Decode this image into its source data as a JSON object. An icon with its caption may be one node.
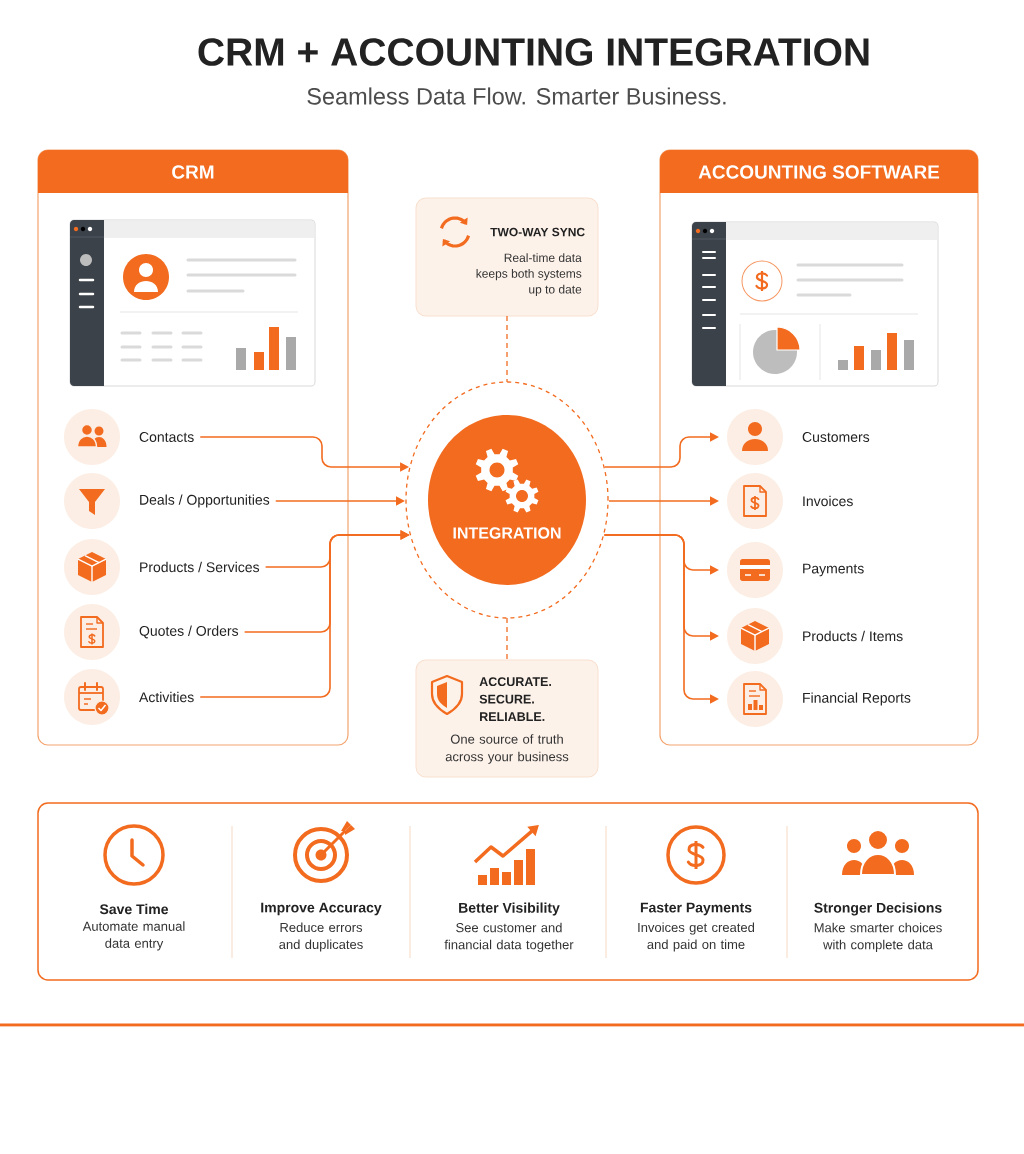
{
  "diagram": {
    "title": "CRM + ACCOUNTING INTEGRATION",
    "nodes": [
      {
        "text": [
          "CRM"
        ]
      },
      {
        "text": [
          "Contacts"
        ],
        "in": 0
      },
      {
        "text": [
          "Deals / Opportunities"
        ],
        "in": 0
      },
      {
        "text": [
          "Products / Services"
        ],
        "in": 0
      },
      {
        "text": [
          "Quotes / Orders"
        ],
        "in": 0
      },
      {
        "text": [
          "Activities"
        ],
        "in": 0
      },
      {
        "text": [
          "TWO-WAY SYNC",
          "Real-time data keeps both systems up to date"
        ]
      },
      {
        "text": [
          "INTEGRATION"
        ]
      },
      {
        "text": [
          "ACCURATE. SECURE. RELIABLE.",
          "One source of truth across your business"
        ]
      },
      {
        "text": [
          "ACCOUNTING SOFTWARE"
        ]
      },
      {
        "text": [
          "Customers"
        ],
        "in": 9
      },
      {
        "text": [
          "Invoices"
        ],
        "in": 9
      },
      {
        "text": [
          "Payments"
        ],
        "in": 9
      },
      {
        "text": [
          "Products / Items"
        ],
        "in": 9
      },
      {
        "text": [
          "Financial Reports"
        ],
        "in": 9
      },
      {
        "text": [],
        "shape": "box"
      },
      {
        "text": [
          "Save Time",
          "Automate manual data entry"
        ],
        "in": 15
      },
      {
        "text": [
          "Improve Accuracy",
          "Reduce errors and duplicates"
        ],
        "in": 15
      },
      {
        "text": [
          "Better Visibility",
          "See customer and financial data together"
        ],
        "in": 15
      },
      {
        "text": [
          "Faster Payments",
          "Invoices get created and paid on time"
        ],
        "in": 15
      },
      {
        "text": [
          "Stronger Decisions",
          "Make smarter choices with complete data"
        ],
        "in": 15
      }
    ],
    "edges": [
      {
        "from": 1,
        "to": 7,
        "arrow": "to"
      },
      {
        "from": 2,
        "to": 7,
        "arrow": "to"
      },
      {
        "from": 3,
        "to": 7,
        "arrow": "to"
      },
      {
        "from": 4,
        "to": 7,
        "arrow": "to"
      },
      {
        "from": 5,
        "to": 7,
        "arrow": "to"
      },
      {
        "from": 7,
        "to": 10,
        "arrow": "to"
      },
      {
        "from": 7,
        "to": 11,
        "arrow": "to"
      },
      {
        "from": 7,
        "to": 12,
        "arrow": "to"
      },
      {
        "from": 7,
        "to": 13,
        "arrow": "to"
      },
      {
        "from": 7,
        "to": 14,
        "arrow": "to"
      },
      {
        "from": 6,
        "to": 7,
        "arrow": "none",
        "style": "dashed"
      },
      {
        "from": 7,
        "to": 8,
        "arrow": "none",
        "style": "dashed"
      }
    ],
    "labels": [
      "Seamless Data Flow. Smarter Business."
    ]
  }
}
